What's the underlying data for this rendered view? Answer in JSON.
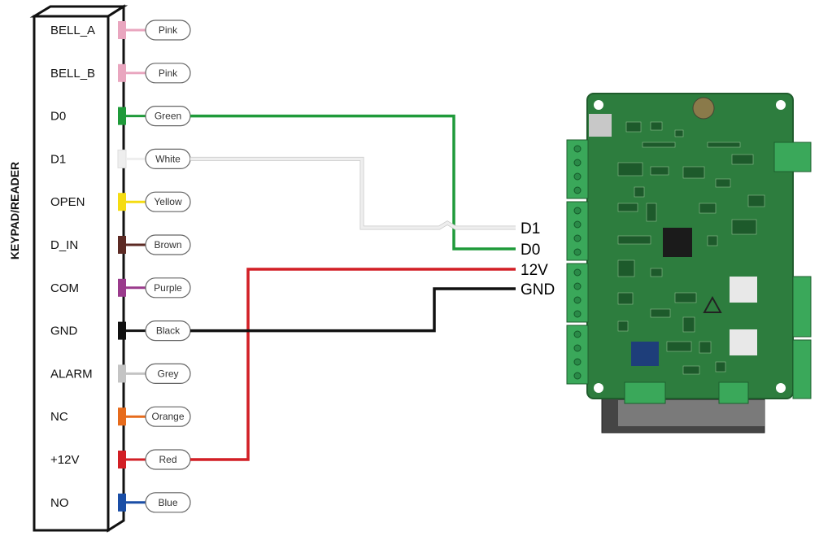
{
  "title": "KEYPAD/READER",
  "colors": {
    "Pink": "#e9a6bf",
    "Green": "#1f9a3a",
    "White": "#eeeeee",
    "Yellow": "#f5dc12",
    "Brown": "#5c2a24",
    "Purple": "#9a3b8c",
    "Black": "#111111",
    "Grey": "#c4c4c4",
    "Orange": "#e66b1c",
    "Red": "#d21f25",
    "Blue": "#1a4ea6",
    "pcb": "#2d7d3e",
    "terminal": "#3aa85a"
  },
  "terminals": [
    {
      "label": "BELL_A",
      "wire": "Pink"
    },
    {
      "label": "BELL_B",
      "wire": "Pink"
    },
    {
      "label": "D0",
      "wire": "Green"
    },
    {
      "label": "D1",
      "wire": "White"
    },
    {
      "label": "OPEN",
      "wire": "Yellow"
    },
    {
      "label": "D_IN",
      "wire": "Brown"
    },
    {
      "label": "COM",
      "wire": "Purple"
    },
    {
      "label": "GND",
      "wire": "Black"
    },
    {
      "label": "ALARM",
      "wire": "Grey"
    },
    {
      "label": "NC",
      "wire": "Orange"
    },
    {
      "label": "+12V",
      "wire": "Red"
    },
    {
      "label": "NO",
      "wire": "Blue"
    }
  ],
  "controller_labels": [
    "D1",
    "D0",
    "12V",
    "GND"
  ],
  "connections": [
    {
      "from": "D0",
      "wire": "Green",
      "to": "D0"
    },
    {
      "from": "D1",
      "wire": "White",
      "to": "D1"
    },
    {
      "from": "+12V",
      "wire": "Red",
      "to": "12V"
    },
    {
      "from": "GND",
      "wire": "Black",
      "to": "GND"
    }
  ]
}
